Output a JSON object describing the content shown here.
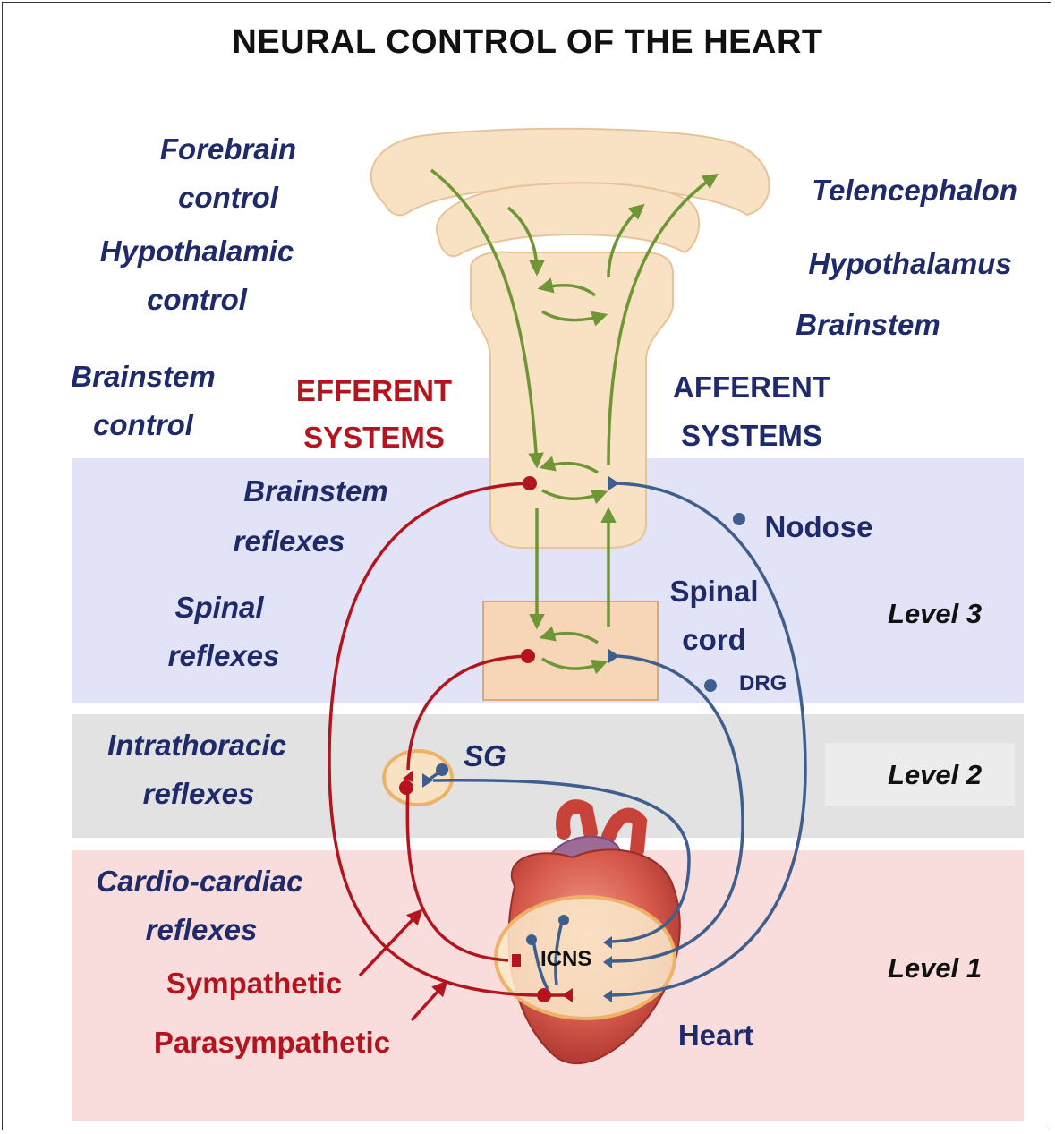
{
  "title": "NEURAL CONTROL OF THE HEART",
  "colors": {
    "level3_band": "#e3e3f7",
    "level2_band": "#e2e2e2",
    "level1_band": "#f9dcdc",
    "brain_fill": "#f9e2c4",
    "efferent": "#b4141e",
    "afferent": "#3e5e8e",
    "central_arrows": "#6f9634",
    "label_navy": "#1f2a6b"
  },
  "left_labels": {
    "forebrain_control": [
      "Forebrain",
      "control"
    ],
    "hypothalamic_control": [
      "Hypothalamic",
      "control"
    ],
    "brainstem_control": [
      "Brainstem",
      "control"
    ],
    "brainstem_reflexes": [
      "Brainstem",
      "reflexes"
    ],
    "spinal_reflexes": [
      "Spinal",
      "reflexes"
    ],
    "intrathoracic_reflexes": [
      "Intrathoracic",
      "reflexes"
    ],
    "cardio_cardiac_reflexes": [
      "Cardio-cardiac",
      "reflexes"
    ]
  },
  "right_labels": {
    "telencephalon": "Telencephalon",
    "hypothalamus": "Hypothalamus",
    "brainstem": "Brainstem"
  },
  "systems": {
    "efferent": [
      "EFFERENT",
      "SYSTEMS"
    ],
    "afferent": [
      "AFFERENT",
      "SYSTEMS"
    ]
  },
  "structures": {
    "nodose": "Nodose",
    "spinal_cord": [
      "Spinal",
      "cord"
    ],
    "drg": "DRG",
    "sg": "SG",
    "icns": "ICNS",
    "heart": "Heart"
  },
  "legend": {
    "sympathetic": "Sympathetic",
    "parasympathetic": "Parasympathetic"
  },
  "levels": {
    "level3": "Level 3",
    "level2": "Level 2",
    "level1": "Level 1"
  }
}
